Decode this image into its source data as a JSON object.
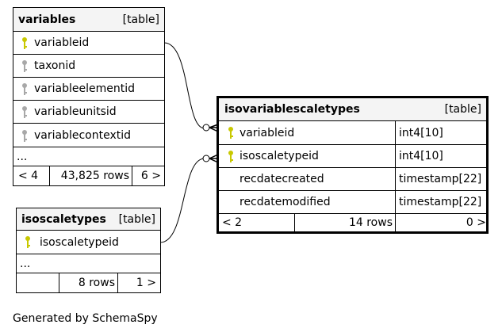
{
  "colors": {
    "pk_key": "#c8c800",
    "fk_key": "#a8a8a8",
    "header_bg": "#f4f4f4"
  },
  "variables": {
    "name": "variables",
    "kind": "[table]",
    "columns": [
      {
        "name": "variableid",
        "key": "primary"
      },
      {
        "name": "taxonid",
        "key": "foreign"
      },
      {
        "name": "variableelementid",
        "key": "foreign"
      },
      {
        "name": "variableunitsid",
        "key": "foreign"
      },
      {
        "name": "variablecontextid",
        "key": "foreign"
      }
    ],
    "more": "...",
    "footer": {
      "parents": "< 4",
      "rows": "43,825 rows",
      "children": "6 >"
    }
  },
  "isoscaletypes": {
    "name": "isoscaletypes",
    "kind": "[table]",
    "columns": [
      {
        "name": "isoscaletypeid",
        "key": "primary"
      }
    ],
    "more": "...",
    "footer": {
      "parents": "",
      "rows": "8 rows",
      "children": "1 >"
    }
  },
  "isovariablescaletypes": {
    "name": "isovariablescaletypes",
    "kind": "[table]",
    "columns": [
      {
        "name": "variableid",
        "type": "int4[10]",
        "key": "primary"
      },
      {
        "name": "isoscaletypeid",
        "type": "int4[10]",
        "key": "primary"
      },
      {
        "name": "recdatecreated",
        "type": "timestamp[22]",
        "key": ""
      },
      {
        "name": "recdatemodified",
        "type": "timestamp[22]",
        "key": ""
      }
    ],
    "footer": {
      "parents": "< 2",
      "rows": "14 rows",
      "children": "0 >"
    }
  },
  "caption": "Generated by SchemaSpy"
}
